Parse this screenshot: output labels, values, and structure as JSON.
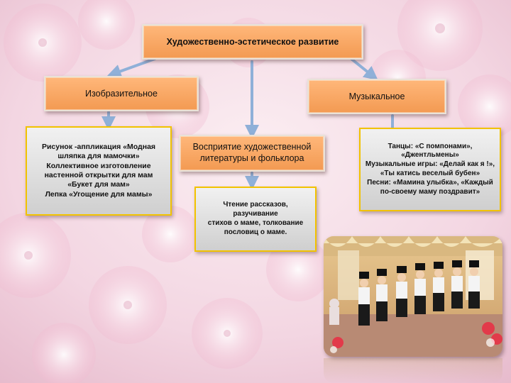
{
  "diagram": {
    "root": {
      "label": "Художественно-эстетическое развитие"
    },
    "branches": [
      {
        "label": "Изобразительное",
        "details": [
          "Рисунок -аппликация «Модная",
          "шляпка для мамочки»",
          "Коллективное изготовление",
          "настенной открытки для мам",
          "«Букет для мам»",
          "Лепка «Угощение для мамы»"
        ]
      },
      {
        "label_lines": [
          "Восприятие художественной",
          "литературы и фольклора"
        ],
        "details": [
          "Чтение рассказов, разучивание",
          "стихов о маме,  толкование",
          "пословиц о маме."
        ]
      },
      {
        "label": "Музыкальное",
        "details": [
          "Танцы: «С помпонами»,",
          "«Джентльмены»",
          "Музыкальные игры: «Делай как я !»,",
          "«Ты катись веселый бубен»",
          "Песни: «Мамина улыбка», «Каждый",
          "по-своему маму поздравит»"
        ]
      }
    ]
  },
  "colors": {
    "box_fill": "#f7a860",
    "note_border": "#f2c200",
    "arrow": "#8fb0d8",
    "background": "#f3d6e2"
  },
  "photo": {
    "icon": "kindergarten-dance-photo"
  }
}
